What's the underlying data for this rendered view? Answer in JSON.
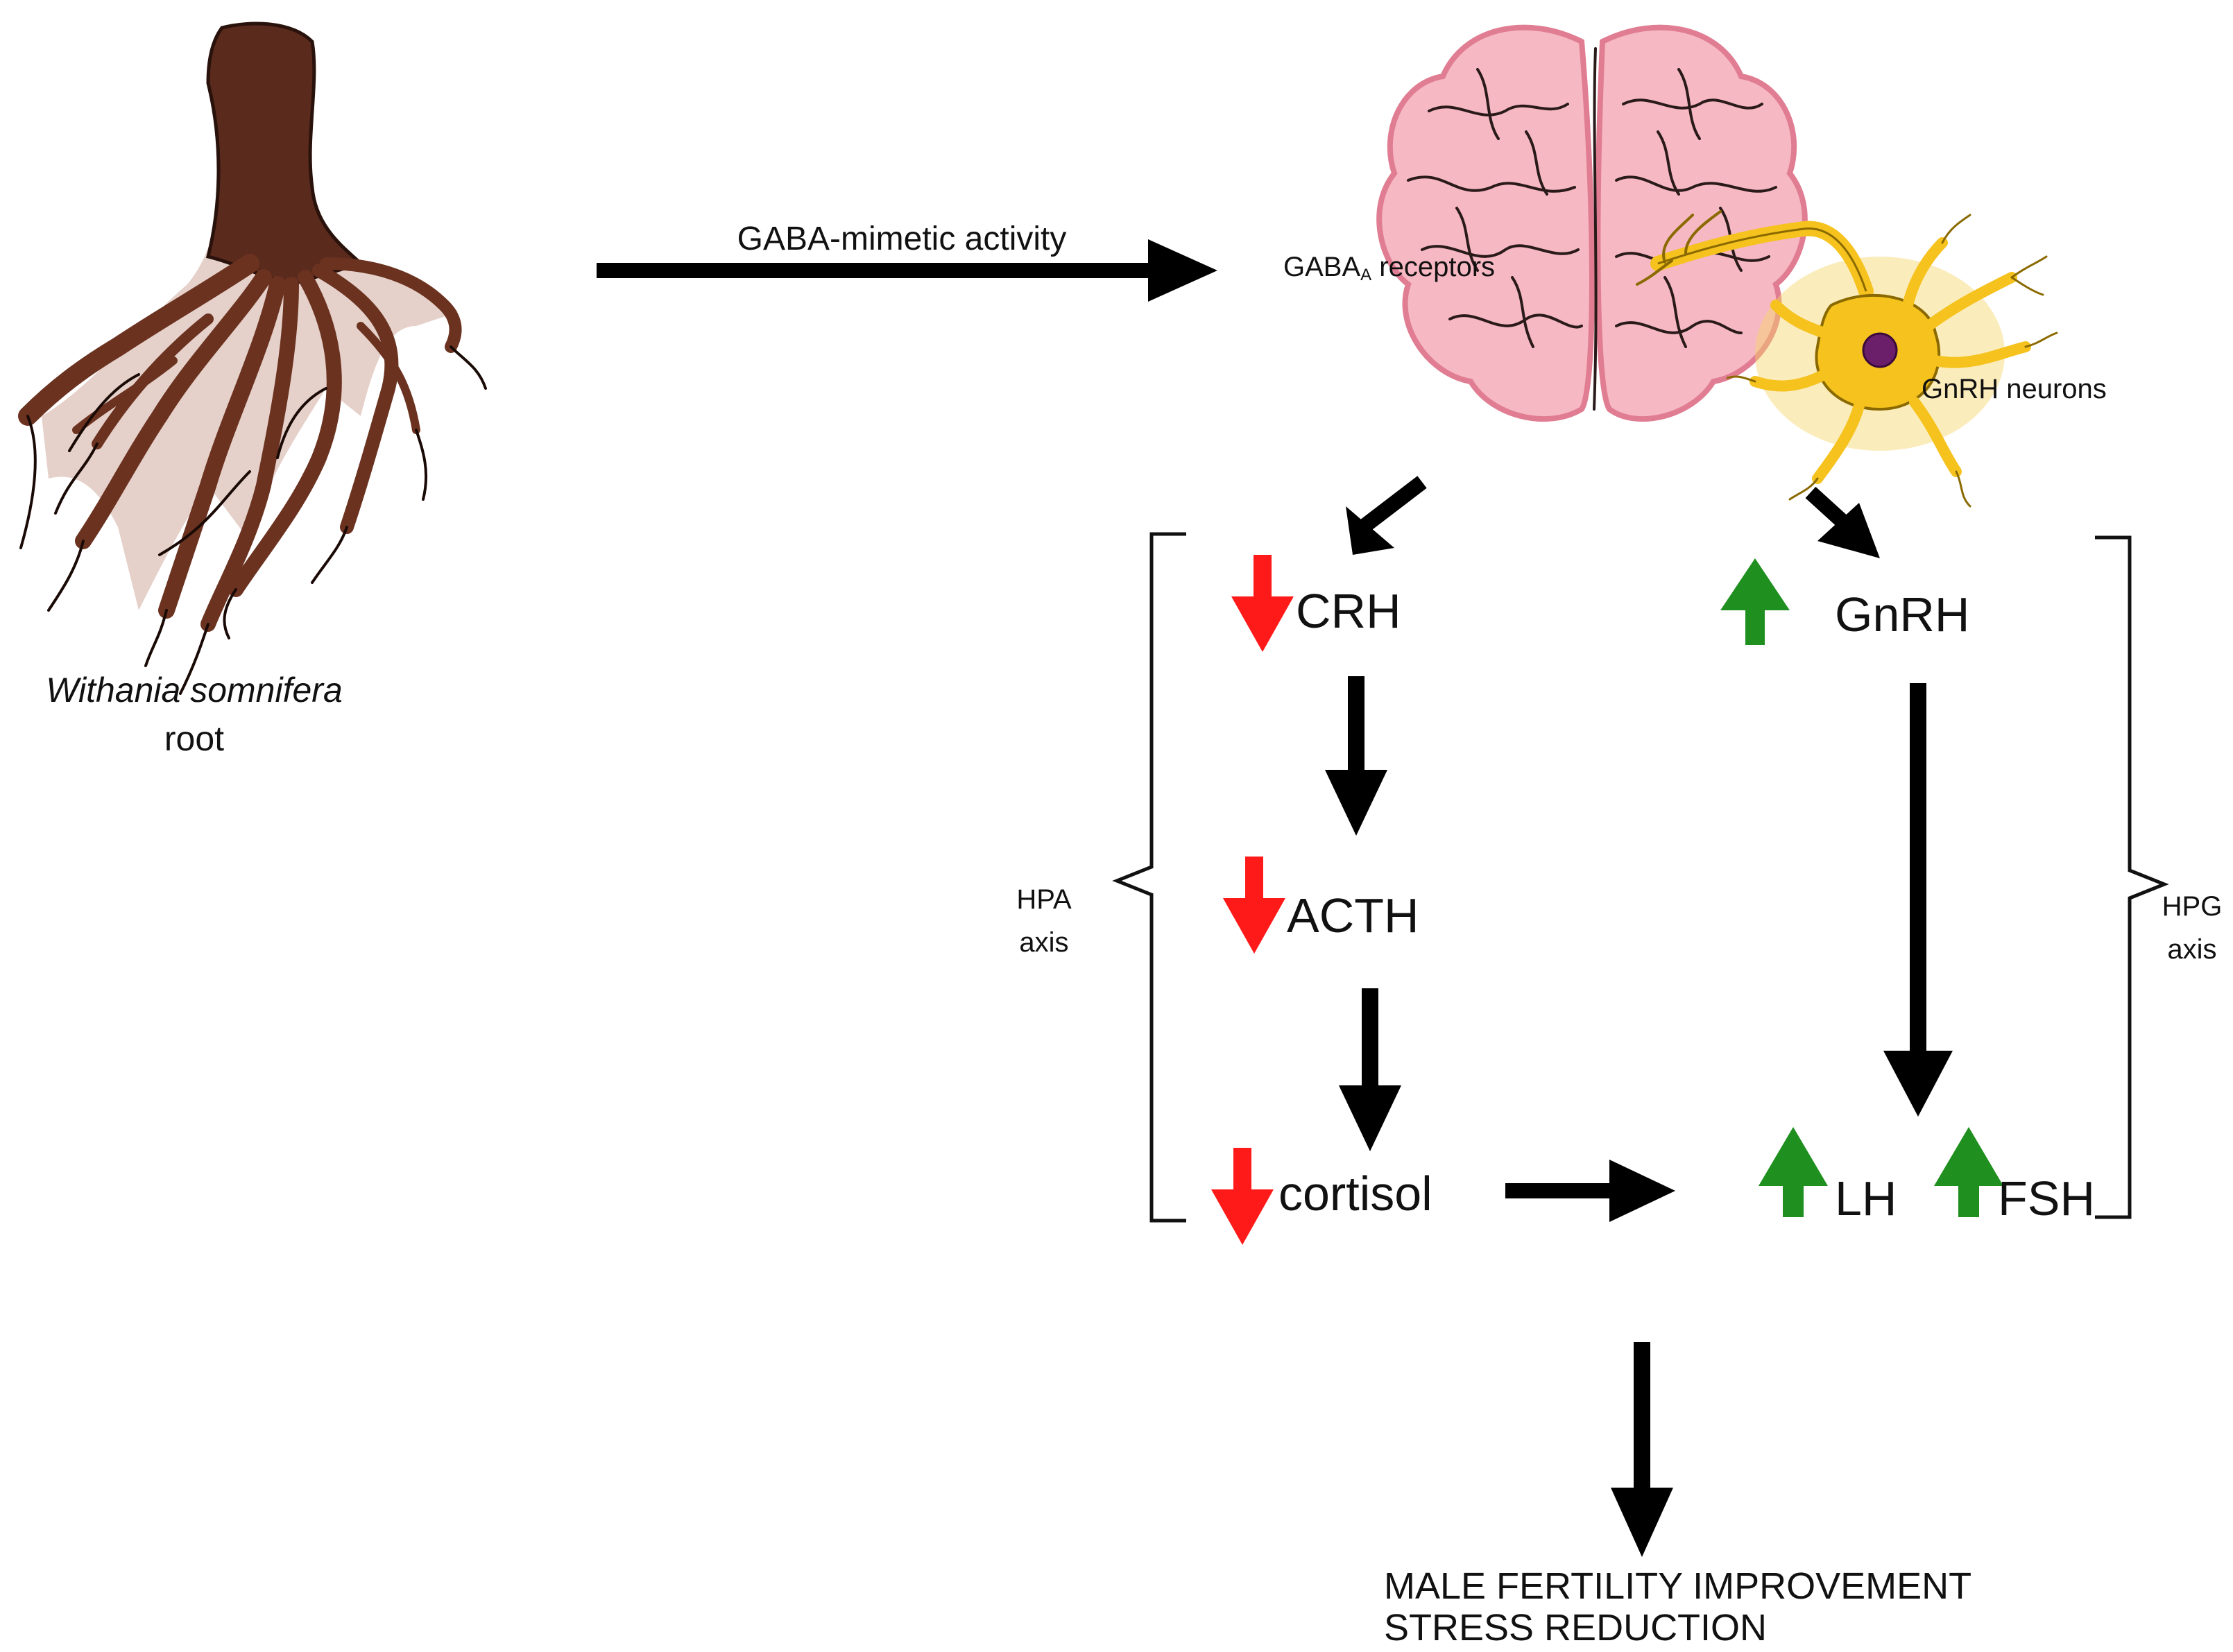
{
  "colors": {
    "arrow": "#000000",
    "decrease": "#ff1a1a",
    "increase": "#1f8f1f",
    "brain": "#f6b8c2",
    "brain_outline": "#e8899c",
    "neuron": "#f5c21e",
    "neuron_nucleus": "#6b1f6b",
    "root": "#6b3220"
  },
  "icons": {
    "root_illustration": "withania-root-drawing",
    "brain_illustration": "brain-drawing",
    "neuron_illustration": "gnrh-neuron-drawing",
    "decrease_indicator": "red-down-arrow",
    "increase_indicator": "green-up-arrow"
  },
  "root": {
    "label_italic": "Withania somnifera",
    "label_plain": "root"
  },
  "gaba_arrow_label": "GABA-mimetic activity",
  "brain": {
    "receptor_label_main": "GABA",
    "receptor_label_sub": "A",
    "receptor_label_rest": " receptors",
    "neuron_label": "GnRH neurons"
  },
  "hpa": {
    "axis_label_line1": "HPA",
    "axis_label_line2": "axis",
    "crh": "CRH",
    "acth": "ACTH",
    "cortisol": "cortisol"
  },
  "hpg": {
    "axis_label_line1": "HPG",
    "axis_label_line2": "axis",
    "gnrh": "GnRH",
    "lh": "LH",
    "fsh": "FSH"
  },
  "outcome": {
    "line1": "MALE FERTILITY IMPROVEMENT",
    "line2": "STRESS REDUCTION"
  }
}
